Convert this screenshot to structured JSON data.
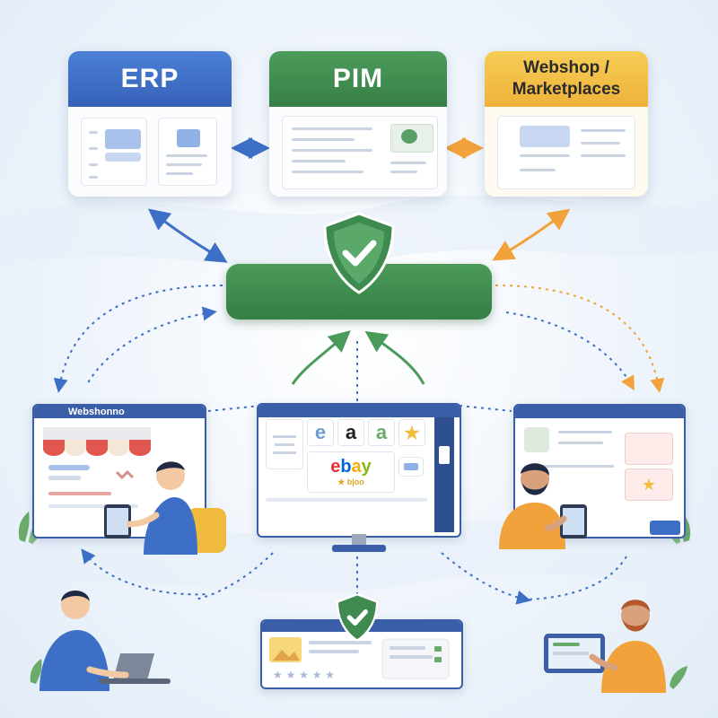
{
  "systems": {
    "erp": {
      "label": "ERP",
      "color": "#3d6fc7"
    },
    "pim": {
      "label": "PIM",
      "color": "#3f8b4f"
    },
    "webshop": {
      "label_line1": "Webshop /",
      "label_line2": "Marketplaces",
      "color": "#f1bd3f"
    }
  },
  "hub": {
    "shield_icon": "shield-check-icon",
    "color": "#3f8b4f"
  },
  "storefront": {
    "brand": "Webshonno"
  },
  "marketplace": {
    "tiles": [
      "e",
      "a",
      "a"
    ],
    "ebay": {
      "e": "e",
      "b": "b",
      "a": "a",
      "y": "y"
    },
    "ebay_sub": "★ b|oo"
  },
  "colors": {
    "blue": "#3d6fc7",
    "green": "#3f8b4f",
    "orange": "#f1a23a"
  }
}
